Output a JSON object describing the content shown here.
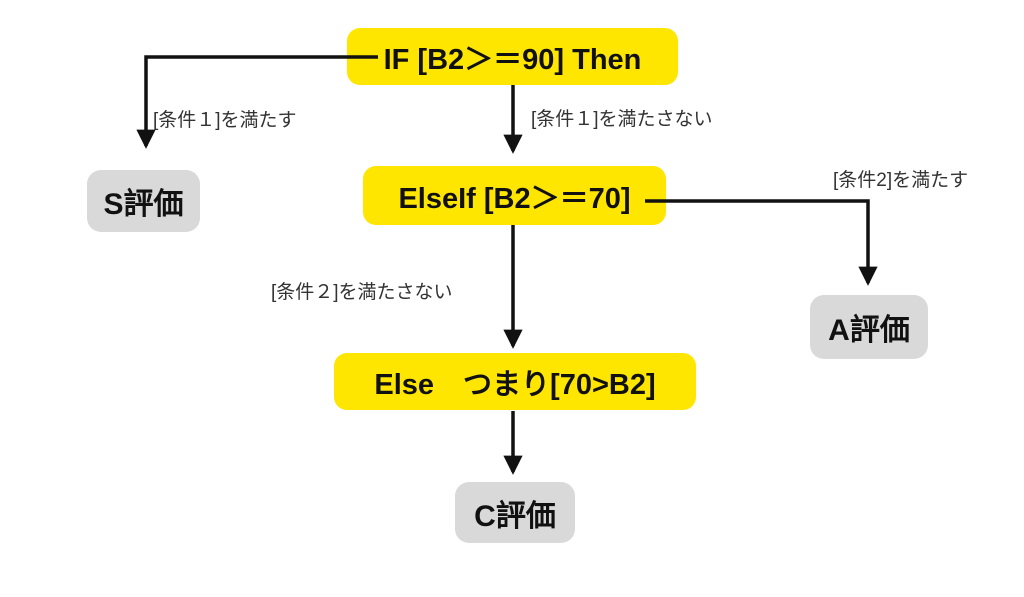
{
  "diagram": {
    "type": "flowchart",
    "topic": "VBA IF / ElseIf / Else branching for cell B2 score evaluation",
    "colors": {
      "condition_node_bg": "#FFE600",
      "result_node_bg": "#D9D9D9",
      "line": "#111111",
      "node_text": "#111111",
      "edge_label_text": "#333333",
      "background": "#FFFFFF"
    },
    "nodes": {
      "if_box": {
        "label": "IF [B2＞＝90] Then"
      },
      "elseif_box": {
        "label": "ElseIf [B2＞＝70]"
      },
      "else_box": {
        "label": "Else　つまり[70>B2]"
      },
      "s_box": {
        "label": "S評価"
      },
      "a_box": {
        "label": "A評価"
      },
      "c_box": {
        "label": "C評価"
      }
    },
    "edges": {
      "cond1_true": {
        "label": "[条件１]を満たす",
        "from": "if_box",
        "to": "s_box"
      },
      "cond1_false": {
        "label": "[条件１]を満たさない",
        "from": "if_box",
        "to": "elseif_box"
      },
      "cond2_true": {
        "label": "[条件2]を満たす",
        "from": "elseif_box",
        "to": "a_box"
      },
      "cond2_false": {
        "label": "[条件２]を満たさない",
        "from": "elseif_box",
        "to": "else_box"
      },
      "else_result": {
        "label": "",
        "from": "else_box",
        "to": "c_box"
      }
    }
  }
}
